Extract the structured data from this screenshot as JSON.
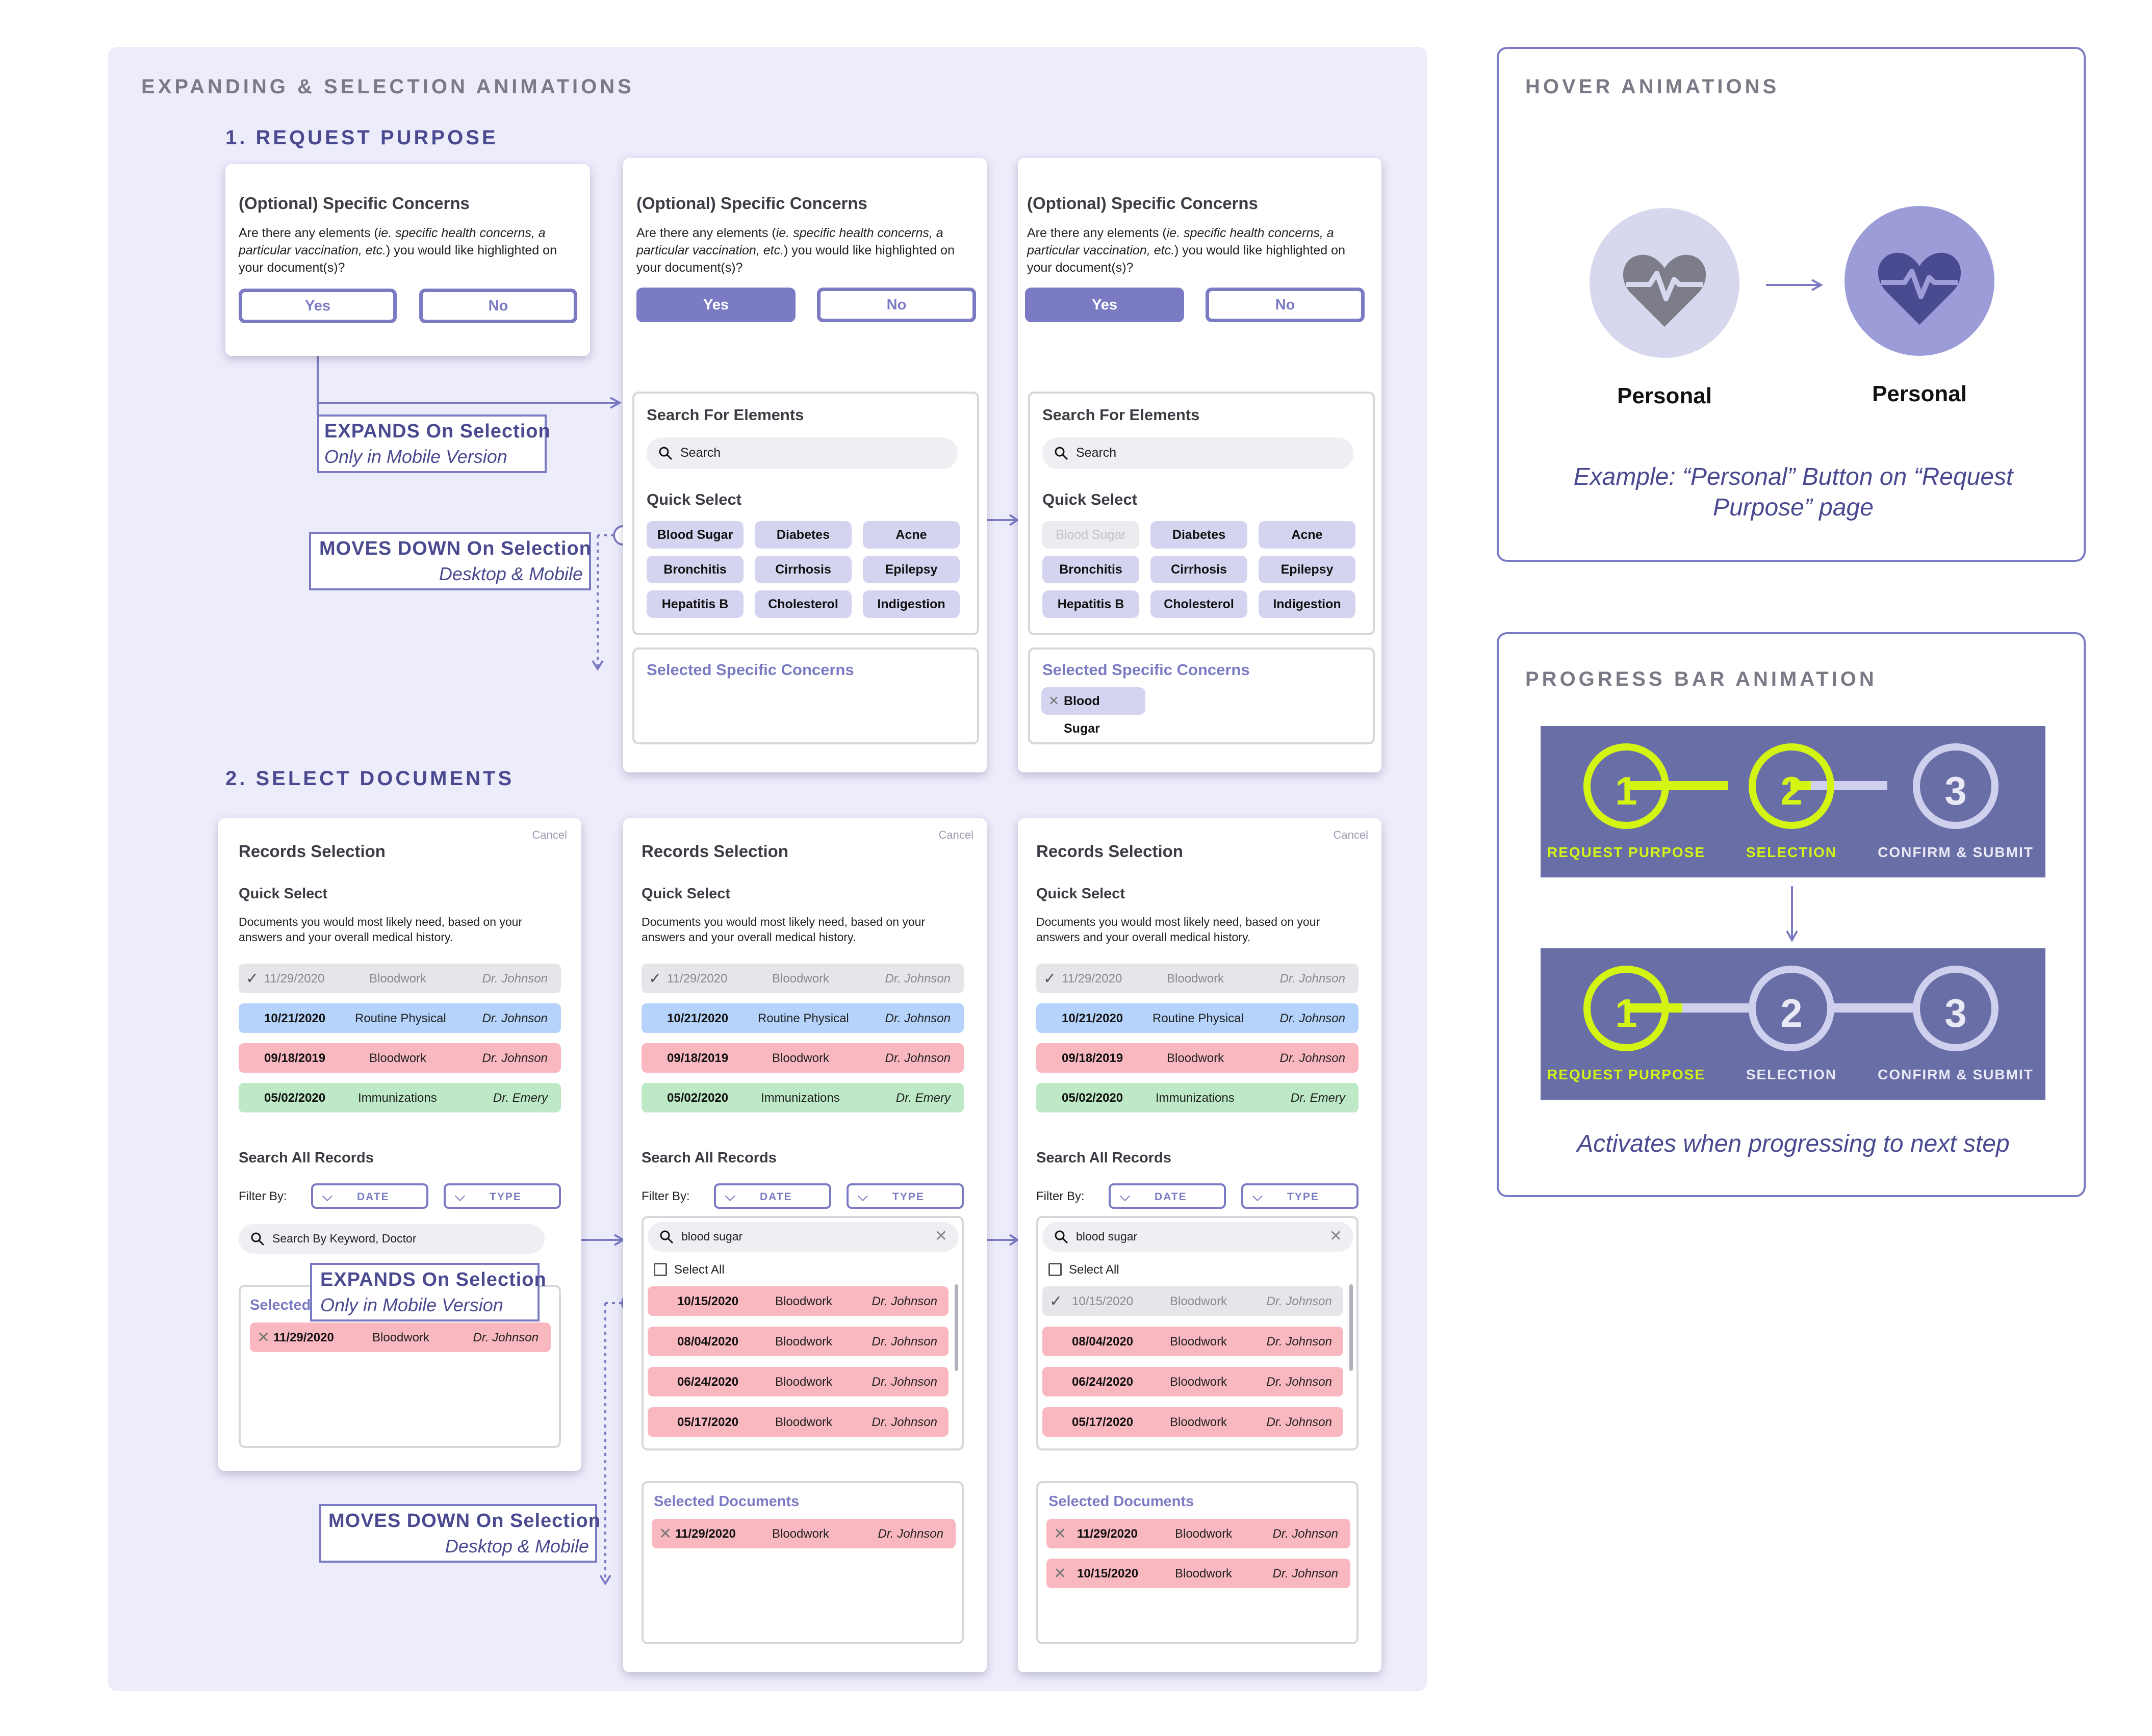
{
  "left_section": {
    "title": "EXPANDING & SELECTION ANIMATIONS",
    "step1_title": "1. REQUEST PURPOSE",
    "step2_title": "2. SELECT DOCUMENTS"
  },
  "concerns": {
    "title": "(Optional) Specific Concerns",
    "desc_line1_a": "Are there any elements (",
    "desc_line1_i": "ie. specific health concerns, a",
    "desc_line2_i": "particular vaccination, etc.",
    "desc_line2_b": ") you would like highlighted on",
    "desc_line3": "your document(s)?",
    "yes": "Yes",
    "no": "No",
    "search_title": "Search For Elements",
    "search_placeholder": "Search",
    "quick_select": "Quick Select",
    "chips": [
      "Blood Sugar",
      "Diabetes",
      "Acne",
      "Bronchitis",
      "Cirrhosis",
      "Epilepsy",
      "Hepatitis B",
      "Cholesterol",
      "Indigestion"
    ],
    "selected_title": "Selected Specific Concerns",
    "selected_item": "Blood Sugar"
  },
  "annotations": {
    "expands_title": "EXPANDS On Selection",
    "expands_sub": "Only in Mobile Version",
    "moves_title": "MOVES DOWN On Selection",
    "moves_sub": "Desktop & Mobile"
  },
  "records": {
    "title": "Records Selection",
    "cancel": "Cancel",
    "quick_select": "Quick Select",
    "quick_desc_1": "Documents you would most likely need, based on your",
    "quick_desc_2": "answers and your overall medical history.",
    "quick_rows": [
      {
        "date": "11/29/2020",
        "category": "Bloodwork",
        "provider": "Dr. Johnson"
      },
      {
        "date": "10/21/2020",
        "category": "Routine Physical",
        "provider": "Dr. Johnson"
      },
      {
        "date": "09/18/2019",
        "category": "Bloodwork",
        "provider": "Dr. Johnson"
      },
      {
        "date": "05/02/2020",
        "category": "Immunizations",
        "provider": "Dr. Emery"
      }
    ],
    "search_all": "Search All Records",
    "filter_by": "Filter By:",
    "filter_date": "DATE",
    "filter_type": "TYPE",
    "search_placeholder": "Search By Keyword, Doctor",
    "search_value": "blood sugar",
    "select_all": "Select All",
    "result_rows": [
      {
        "date": "10/15/2020",
        "category": "Bloodwork",
        "provider": "Dr. Johnson"
      },
      {
        "date": "08/04/2020",
        "category": "Bloodwork",
        "provider": "Dr. Johnson"
      },
      {
        "date": "06/24/2020",
        "category": "Bloodwork",
        "provider": "Dr. Johnson"
      },
      {
        "date": "05/17/2020",
        "category": "Bloodwork",
        "provider": "Dr. Johnson"
      }
    ],
    "selected_partial": "Selected",
    "selected_title": "Selected Documents",
    "selected_rows": [
      {
        "date": "11/29/2020",
        "category": "Bloodwork",
        "provider": "Dr. Johnson"
      },
      {
        "date": "10/15/2020",
        "category": "Bloodwork",
        "provider": "Dr. Johnson"
      }
    ]
  },
  "hover": {
    "title": "HOVER ANIMATIONS",
    "label": "Personal",
    "note_line1": "Example: “Personal” Button on “Request",
    "note_line2": "Purpose” page"
  },
  "progress": {
    "title": "PROGRESS BAR ANIMATION",
    "steps": [
      {
        "num": "1",
        "label": "REQUEST PURPOSE"
      },
      {
        "num": "2",
        "label": "SELECTION"
      },
      {
        "num": "3",
        "label": "CONFIRM & SUBMIT"
      }
    ],
    "note": "Activates when progressing to next step"
  },
  "colors": {
    "accent": "#7b7bc4",
    "section_bg": "#ececfb",
    "progress_bg": "#696ea6",
    "active_step": "#d4f514",
    "inactive_step": "#cfd0ee",
    "row_blue": "#b5d3fb",
    "row_red": "#f9b8c0",
    "row_green": "#bde9c6",
    "row_gray": "#e6e6ea"
  }
}
